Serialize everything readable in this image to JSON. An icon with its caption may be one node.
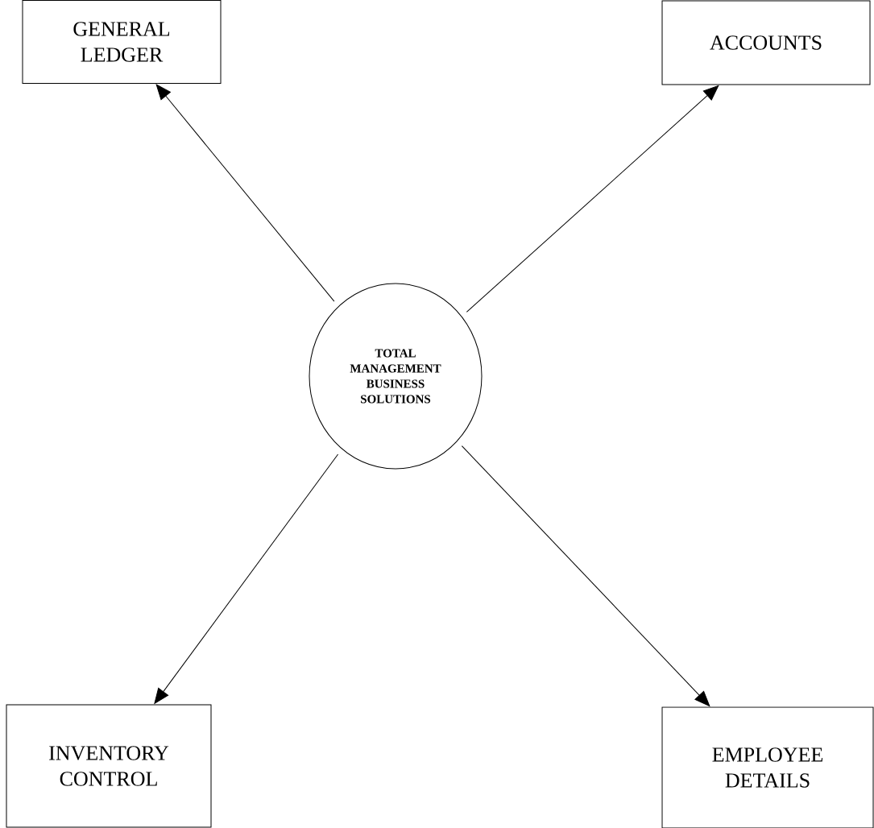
{
  "diagram": {
    "nodes": [
      {
        "text": [
          "TOTAL MANAGEMENT BUSINESS SOLUTIONS"
        ]
      },
      {
        "text": [
          "GENERAL LEDGER"
        ]
      },
      {
        "text": [
          "ACCOUNTS"
        ]
      },
      {
        "text": [
          "INVENTORY CONTROL"
        ]
      },
      {
        "text": [
          "EMPLOYEE DETAILS"
        ]
      }
    ],
    "edges": [
      {
        "from": 0,
        "to": 1,
        "arrow": "to"
      },
      {
        "from": 0,
        "to": 2,
        "arrow": "to"
      },
      {
        "from": 0,
        "to": 3,
        "arrow": "to"
      },
      {
        "from": 0,
        "to": 4,
        "arrow": "to"
      }
    ]
  }
}
